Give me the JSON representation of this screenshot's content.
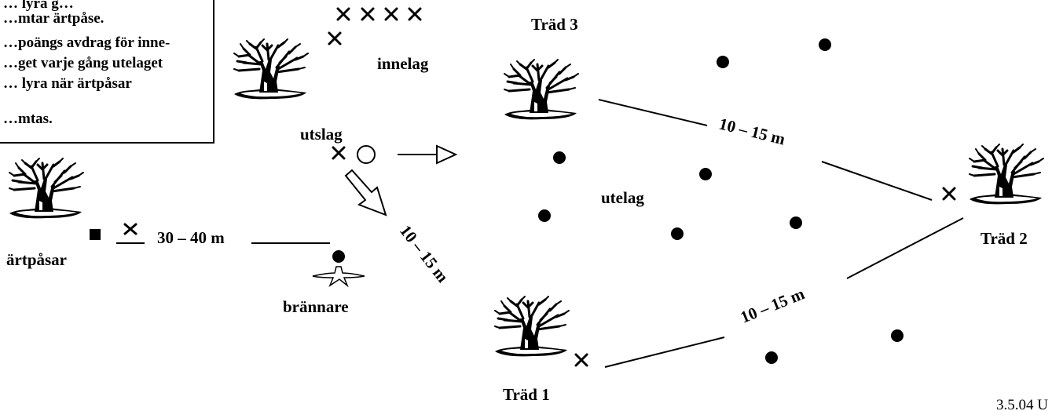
{
  "rules": {
    "lines": [
      "… lyra g…",
      "…mtar ärtpåse.",
      "…poängs avdrag för inne-",
      "…get varje gång utelaget",
      "… lyra när ärtpåsar",
      "…mtas."
    ]
  },
  "labels": {
    "innelag": "innelag",
    "utslag": "utslag",
    "utelag": "utelag",
    "artpasar": "ärtpåsar",
    "brannare": "brännare",
    "trad1": "Träd 1",
    "trad2": "Träd 2",
    "trad3": "Träd 3"
  },
  "distances": {
    "bags_to_burner": "30 – 40 m",
    "diag_from_utslag": "10 – 15 m",
    "trad3_to_trad2": "10 – 15 m",
    "trad1_to_trad2": "10 – 15 m"
  },
  "footer": "3.5.04 U"
}
